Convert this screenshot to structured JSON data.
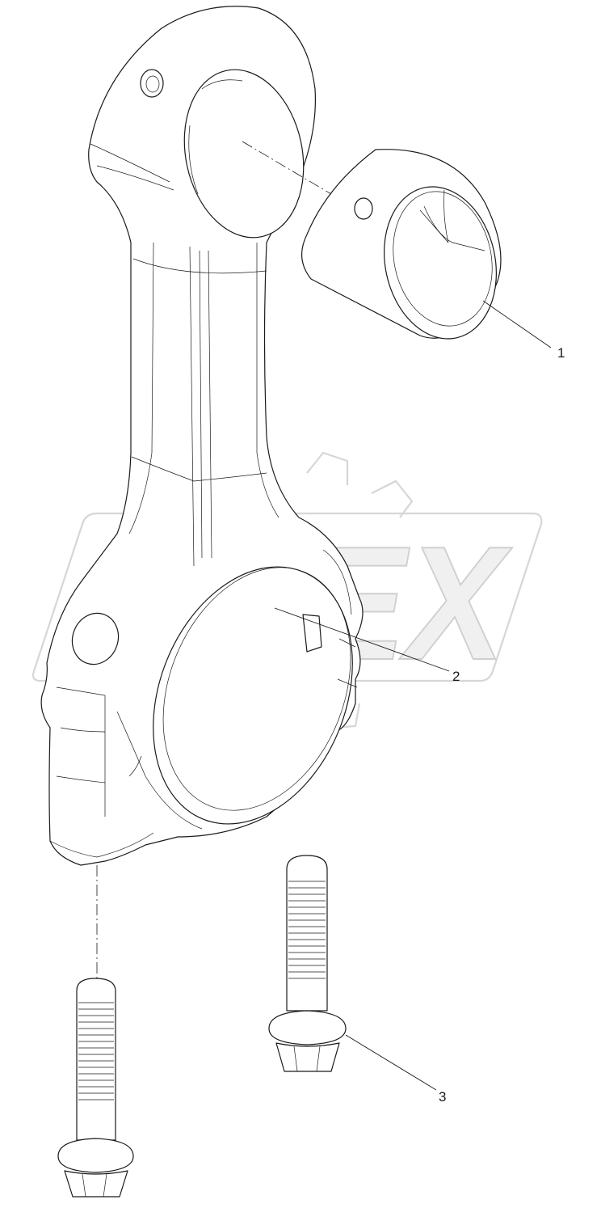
{
  "callouts": {
    "bushing": "1",
    "connecting_rod": "2",
    "bolt": "3"
  },
  "watermark": {
    "text": "OPEX",
    "color": "#d6d6d6"
  },
  "colors": {
    "line": "#1a1a1a",
    "background": "#ffffff"
  }
}
